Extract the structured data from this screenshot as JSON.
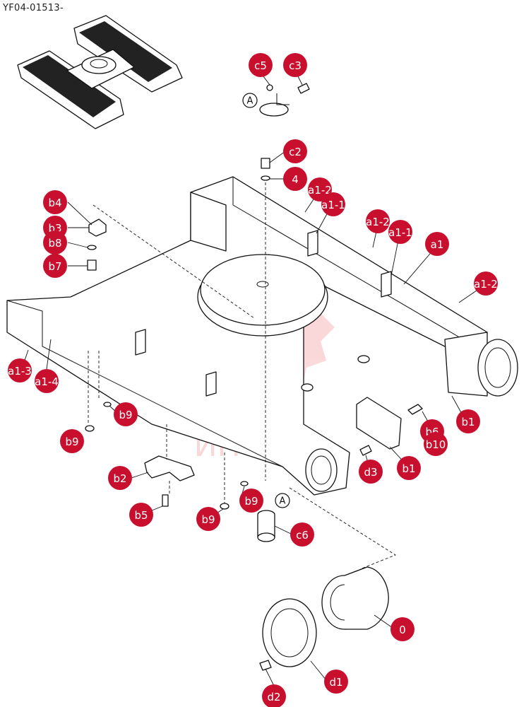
{
  "document_code": "YF04-01513-",
  "reference_marks": [
    {
      "id": "ref-a-top",
      "text": "A"
    },
    {
      "id": "ref-a-bottom",
      "text": "A"
    }
  ],
  "callouts": [
    {
      "id": "c5",
      "text": "c5"
    },
    {
      "id": "c3",
      "text": "c3"
    },
    {
      "id": "c2",
      "text": "c2"
    },
    {
      "id": "4",
      "text": "4"
    },
    {
      "id": "a1-2-top",
      "text": "a1-2"
    },
    {
      "id": "a1-1-top",
      "text": "a1-1"
    },
    {
      "id": "b4",
      "text": "b4"
    },
    {
      "id": "b3",
      "text": "b3"
    },
    {
      "id": "b8",
      "text": "b8"
    },
    {
      "id": "b7",
      "text": "b7"
    },
    {
      "id": "a1-2-mid",
      "text": "a1-2"
    },
    {
      "id": "a1-1-mid",
      "text": "a1-1"
    },
    {
      "id": "a1",
      "text": "a1"
    },
    {
      "id": "a1-2-right",
      "text": "a1-2"
    },
    {
      "id": "a1-3",
      "text": "a1-3"
    },
    {
      "id": "a1-4",
      "text": "a1-4"
    },
    {
      "id": "b9-a",
      "text": "b9"
    },
    {
      "id": "b9-b",
      "text": "b9"
    },
    {
      "id": "b1-right",
      "text": "b1"
    },
    {
      "id": "b6",
      "text": "b6"
    },
    {
      "id": "b10",
      "text": "b10"
    },
    {
      "id": "b1-lower",
      "text": "b1"
    },
    {
      "id": "d3",
      "text": "d3"
    },
    {
      "id": "b2",
      "text": "b2"
    },
    {
      "id": "b5",
      "text": "b5"
    },
    {
      "id": "b9-c",
      "text": "b9"
    },
    {
      "id": "b9-d",
      "text": "b9"
    },
    {
      "id": "c6",
      "text": "c6"
    },
    {
      "id": "0",
      "text": "0"
    },
    {
      "id": "d1",
      "text": "d1"
    },
    {
      "id": "d2",
      "text": "d2"
    }
  ],
  "watermark": {
    "text": "ИНТЕХ",
    "color": "#e8303a"
  },
  "colors": {
    "callout_fill": "#c8102e",
    "callout_text": "#ffffff",
    "line": "#111111"
  }
}
